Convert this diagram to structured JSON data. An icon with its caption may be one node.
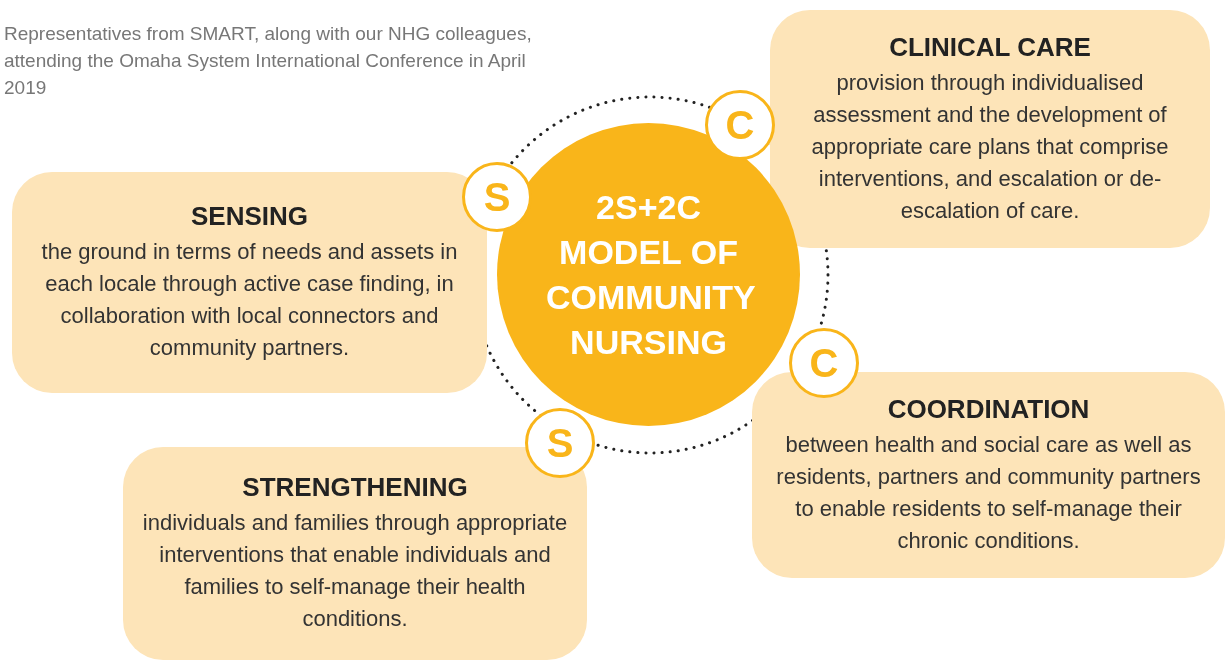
{
  "diagram": {
    "nodes": [
      {
        "text": [
          "2S+2C MODEL OF COMMUNITY NURSING"
        ]
      },
      {
        "text": [
          "CLINICAL CARE",
          "provision through individualised assessment and the development of appropriate care plans that comprise interventions, and escalation or de-escalation of care."
        ]
      },
      {
        "text": [
          "C"
        ]
      },
      {
        "text": [
          "SENSING",
          "the ground in terms of needs and assets in each locale through active case finding, in collaboration with local connectors and community partners."
        ]
      },
      {
        "text": [
          "S"
        ]
      },
      {
        "text": [
          "C"
        ]
      },
      {
        "text": [
          "COORDINATION",
          "between health and social care as well as residents, partners and community partners to enable residents to self-manage their chronic conditions."
        ]
      },
      {
        "text": [
          "S"
        ]
      },
      {
        "text": [
          "STRENGTHENING",
          "individuals and families through appropriate interventions that enable individuals and families to self-manage their health conditions."
        ]
      }
    ],
    "edges": [],
    "labels": [
      "Representatives from SMART, along with our NHG colleagues, attending the Omaha System International Conference in April 2019"
    ]
  }
}
